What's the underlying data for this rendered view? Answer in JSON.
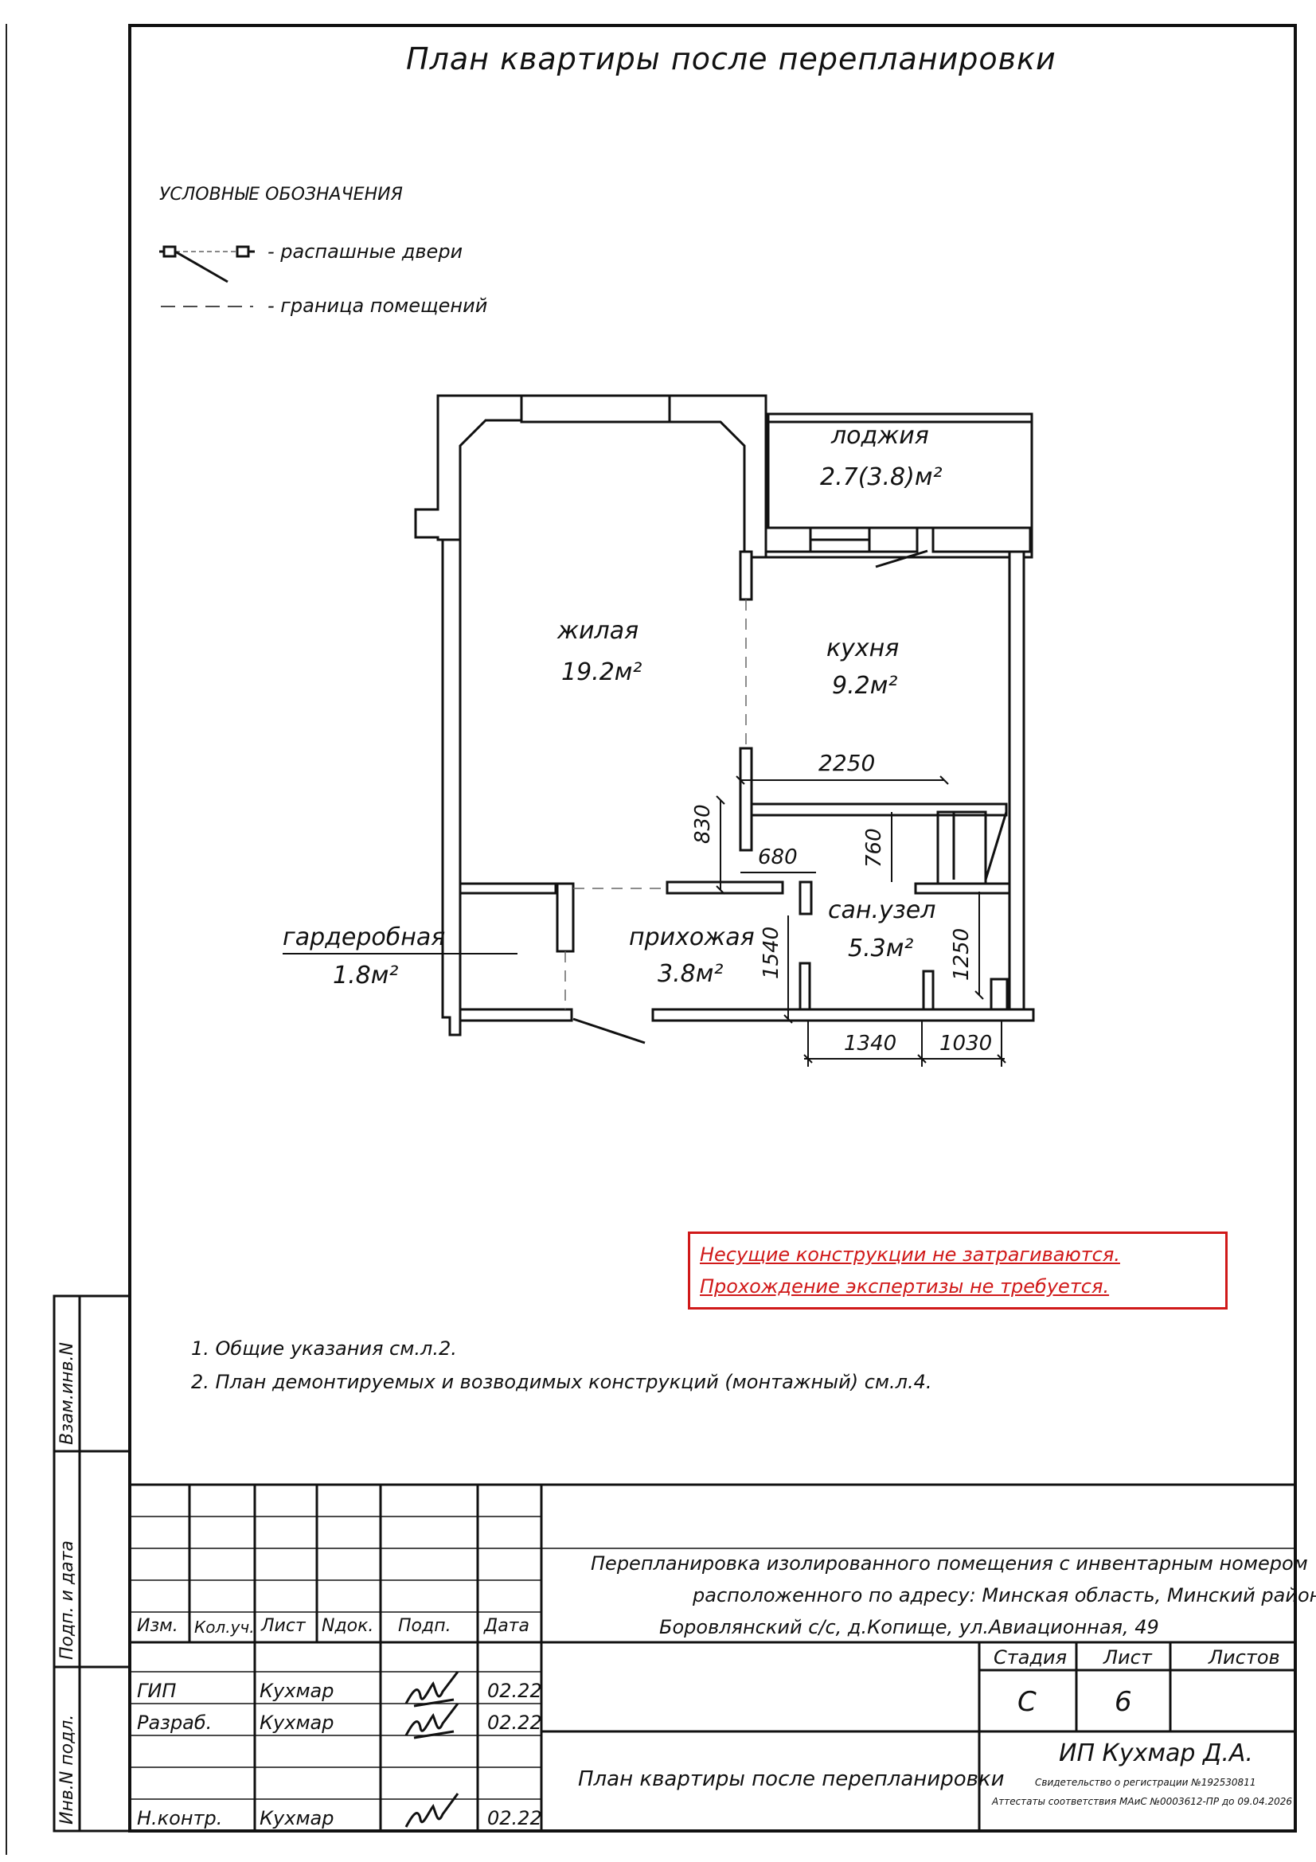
{
  "sheet_title": "План квартиры после перепланировки",
  "legend": {
    "heading": "УСЛОВНЫЕ ОБОЗНАЧЕНИЯ",
    "items": [
      {
        "label": "- распашные двери"
      },
      {
        "label": "- граница помещений"
      }
    ]
  },
  "rooms": {
    "loggia": {
      "name": "лоджия",
      "area": "2.7(3.8)м²"
    },
    "living": {
      "name": "жилая",
      "area": "19.2м²"
    },
    "kitchen": {
      "name": "кухня",
      "area": "9.2м²"
    },
    "wardrobe": {
      "name": "гардеробная",
      "area": "1.8м²"
    },
    "hall": {
      "name": "прихожая",
      "area": "3.8м²"
    },
    "bathroom": {
      "name": "сан.узел",
      "area": "5.3м²"
    }
  },
  "dimensions": {
    "d2250": "2250",
    "d830": "830",
    "d680": "680",
    "d760": "760",
    "d1540": "1540",
    "d1250": "1250",
    "d1340": "1340",
    "d1030": "1030"
  },
  "notice": "Несущие конструкции не затрагиваются. Прохождение экспертизы не требуется.",
  "notes": [
    "1.  Общие указания см.л.2.",
    "2.  План демонтируемых и возводимых конструкций (монтажный) см.л.4."
  ],
  "side_stamp": {
    "vzam": "Взам.инв.N",
    "podp": "Подп. и дата",
    "inv": "Инв.N подл."
  },
  "title_block": {
    "headers": [
      "Изм.",
      "Кол.уч.",
      "Лист",
      "Nдок.",
      "Подп.",
      "Дата"
    ],
    "project": [
      "Перепланировка изолированного помещения с инвентарным номером",
      "расположенного по адресу: Минская область, Минский район,",
      "Боровлянский с/с, д.Копище, ул.Авиационная, 49"
    ],
    "people": [
      {
        "role": "ГИП",
        "name": "Кухмар",
        "date": "02.22"
      },
      {
        "role": "Разраб.",
        "name": "Кухмар",
        "date": "02.22"
      },
      {
        "role": "Н.контр.",
        "name": "Кухмар",
        "date": "02.22"
      }
    ],
    "stage_label": "Стадия",
    "sheet_label": "Лист",
    "sheets_label": "Листов",
    "stage": "С",
    "sheet": "6",
    "sheets": "",
    "drawing_name": "План квартиры после перепланировки",
    "company": "ИП Кухмар Д.А.",
    "company_line1": "Свидетельство о регистрации №192530811",
    "company_line2": "Аттестаты соответствия МАиС №0003612-ПР до 09.04.2026"
  }
}
